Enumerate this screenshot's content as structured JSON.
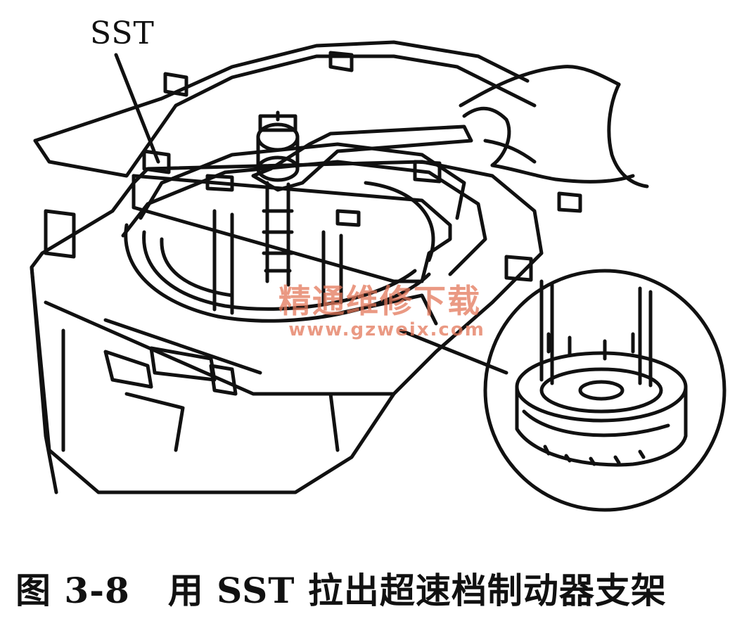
{
  "figure": {
    "callout_label": "SST",
    "watermark_text": "精通维修下载",
    "watermark_url": "www.gzweix.com",
    "caption_number": "图 3-8",
    "caption_text": "用 SST 拉出超速档制动器支架"
  },
  "colors": {
    "line": "#111111",
    "background": "#ffffff",
    "watermark": "#e3775a"
  }
}
